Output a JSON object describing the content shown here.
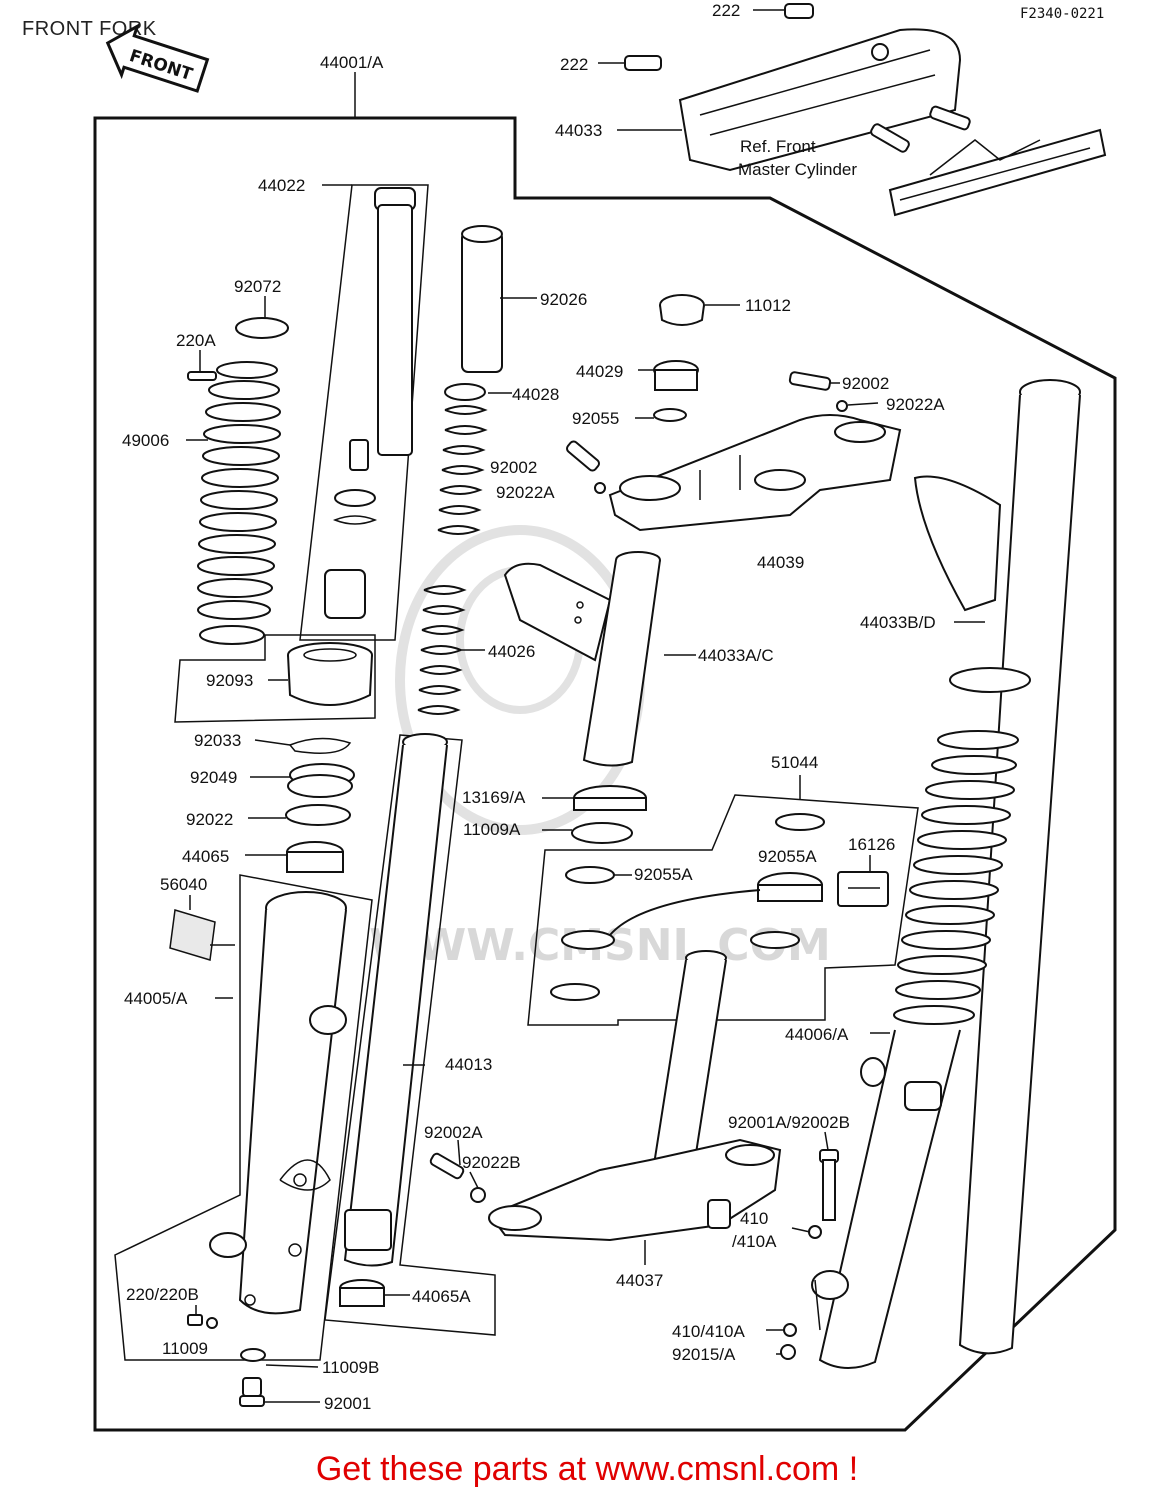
{
  "page_title": "FRONT FORK",
  "drawing_id": "F2340-0221",
  "front_badge": "FRONT",
  "reference_note": [
    "Ref. Front",
    "Master Cylinder"
  ],
  "watermark": "WWW.CMSNL.COM",
  "footer_promo": "Get these parts at www.cmsnl.com !",
  "labels": {
    "p222a": "222",
    "p222b": "222",
    "p44033": "44033",
    "p44001A": "44001/A",
    "p44022": "44022",
    "p92072": "92072",
    "p220A": "220A",
    "p49006": "49006",
    "p92026": "92026",
    "p44028": "44028",
    "p11012": "11012",
    "p44029": "44029",
    "p92055": "92055",
    "p92002a": "92002",
    "p92022Aa": "92022A",
    "p92002b": "92002",
    "p92022Ab": "92022A",
    "p44039": "44039",
    "p44033BD": "44033B/D",
    "p44026": "44026",
    "p44033AC": "44033A/C",
    "p92093": "92093",
    "p92033": "92033",
    "p92049": "92049",
    "p13169A": "13169/A",
    "p51044": "51044",
    "p11009A": "11009A",
    "p92022": "92022",
    "p16126": "16126",
    "p92055A1": "92055A",
    "p44065": "44065",
    "p92055A2": "92055A",
    "p56040": "56040",
    "p44005A": "44005/A",
    "p44006A": "44006/A",
    "p44013": "44013",
    "p92002A": "92002A",
    "p92001A92002B": "92001A/92002B",
    "p92022B": "92022B",
    "p410a": "410",
    "p410Aa": "/410A",
    "p220220B": "220/220B",
    "p44037": "44037",
    "p44065A": "44065A",
    "p11009": "11009",
    "p410410A": "410/410A",
    "p92015A": "92015/A",
    "p11009B": "11009B",
    "p92001": "92001"
  }
}
